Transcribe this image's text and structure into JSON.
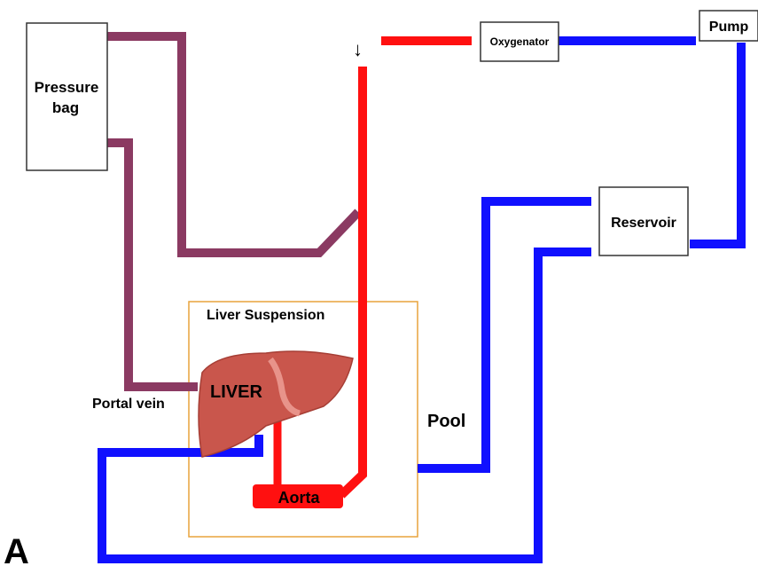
{
  "labels": {
    "pressure_bag_line1": "Pressure",
    "pressure_bag_line2": "bag",
    "oxygenator": "Oxygenator",
    "pump": "Pump",
    "reservoir": "Reservoir",
    "liver_suspension": "Liver Suspension",
    "liver": "LIVER",
    "portal_vein": "Portal vein",
    "pool": "Pool",
    "aorta": "Aorta",
    "panel_letter": "A",
    "flow_arrow": "↓"
  },
  "colors": {
    "purple_tube": "#8B3A62",
    "red_tube": "#FF1010",
    "blue_tube": "#1010FF",
    "liver_fill": "#C9564C",
    "liver_highlight": "#E8938A",
    "aorta_fill": "#FF1010",
    "suspension_border": "#E8A33C",
    "box_border": "#333333"
  }
}
